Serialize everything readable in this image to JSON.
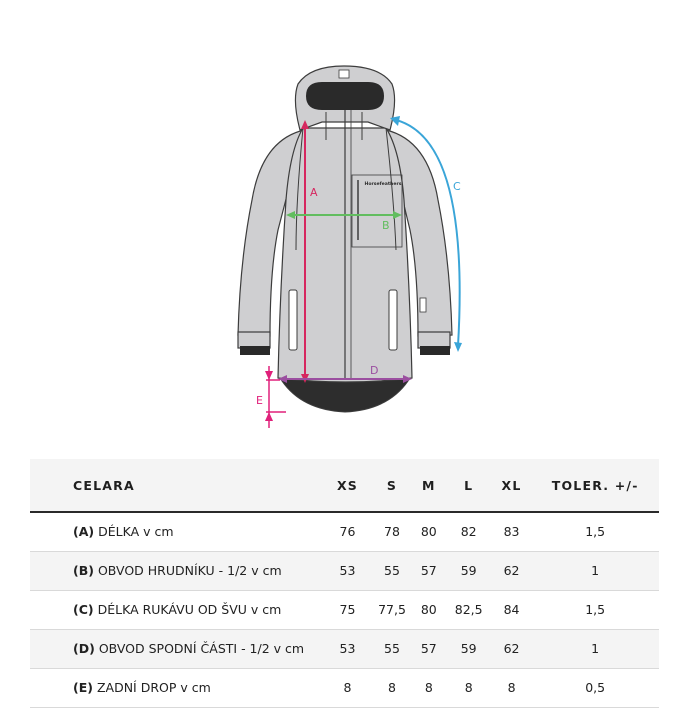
{
  "figure": {
    "brand_label": "Horsefeathers",
    "measure_labels": {
      "a": "A",
      "b": "B",
      "c": "C",
      "d": "D",
      "e": "E"
    },
    "colors": {
      "a": "#d6275f",
      "b": "#62bd5f",
      "c": "#3aa5d8",
      "d": "#9b4fa0",
      "e": "#e0207a",
      "jacket": "#cfcfd1",
      "outline": "#3c3c3c",
      "trim": "#2a2a2a"
    }
  },
  "table": {
    "headers": {
      "name": "CELARA",
      "xs": "XS",
      "s": "S",
      "m": "M",
      "l": "L",
      "xl": "XL",
      "tol": "TOLER. +/-"
    },
    "rows": [
      {
        "code": "(A)",
        "label": "DÉLKA v cm",
        "xs": "76",
        "s": "78",
        "m": "80",
        "l": "82",
        "xl": "83",
        "tol": "1,5"
      },
      {
        "code": "(B)",
        "label": "OBVOD HRUDNÍKU - 1/2 v cm",
        "xs": "53",
        "s": "55",
        "m": "57",
        "l": "59",
        "xl": "62",
        "tol": "1"
      },
      {
        "code": "(C)",
        "label": "DÉLKA RUKÁVU OD ŠVU v cm",
        "xs": "75",
        "s": "77,5",
        "m": "80",
        "l": "82,5",
        "xl": "84",
        "tol": "1,5"
      },
      {
        "code": "(D)",
        "label": "OBVOD SPODNÍ ČÁSTI - 1/2 v cm",
        "xs": "53",
        "s": "55",
        "m": "57",
        "l": "59",
        "xl": "62",
        "tol": "1"
      },
      {
        "code": "(E)",
        "label": "ZADNÍ DROP v cm",
        "xs": "8",
        "s": "8",
        "m": "8",
        "l": "8",
        "xl": "8",
        "tol": "0,5"
      }
    ]
  }
}
